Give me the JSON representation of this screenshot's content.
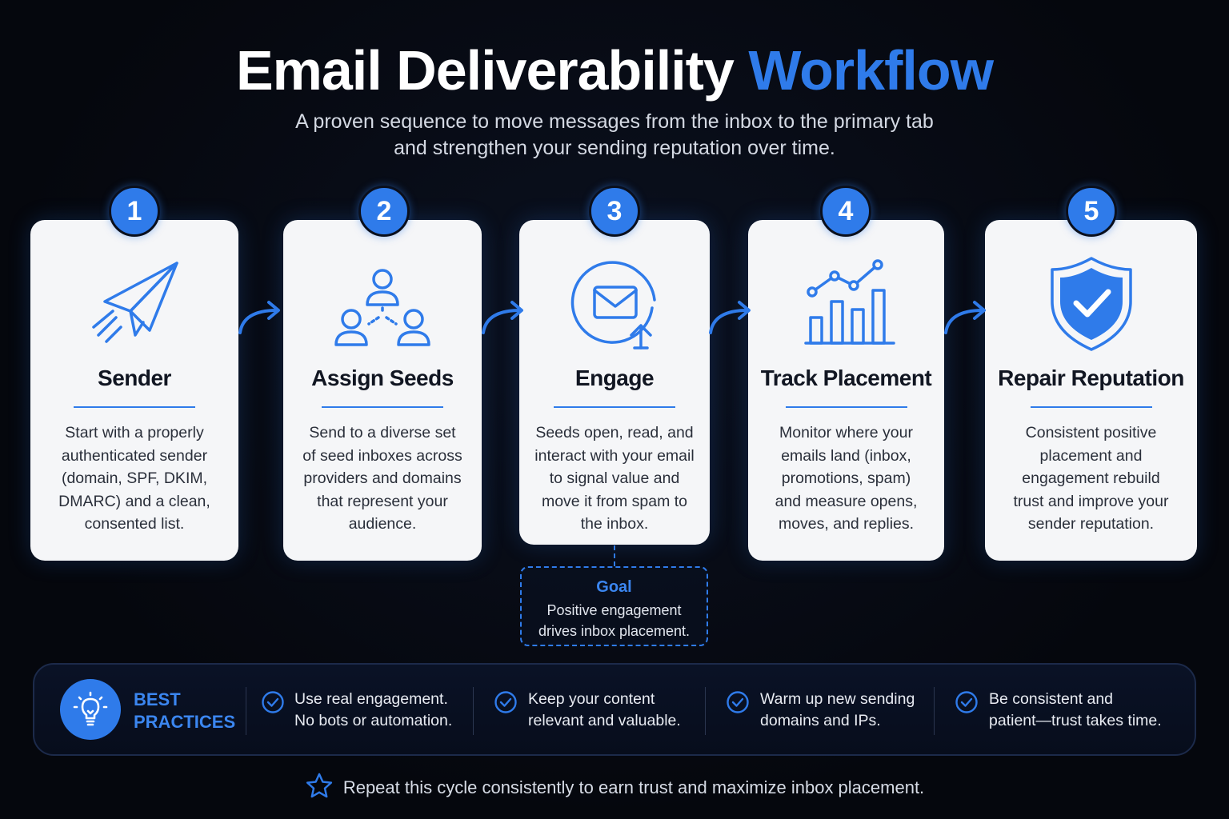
{
  "header": {
    "title_main": "Email Deliverability",
    "title_accent": "Workflow",
    "subtitle_line1": "A proven sequence to move messages from the inbox to the primary tab",
    "subtitle_line2": "and strengthen your sending reputation over time."
  },
  "colors": {
    "accent": "#2f7bea",
    "background": "#05070d",
    "card": "#f5f6f8"
  },
  "steps": [
    {
      "number": "1",
      "title": "Sender",
      "icon": "paper-plane-icon",
      "description": [
        "Start with a properly",
        "authenticated sender",
        "(domain, SPF, DKIM,",
        "DMARC) and a clean,",
        "consented list."
      ]
    },
    {
      "number": "2",
      "title": "Assign Seeds",
      "icon": "people-network-icon",
      "description": [
        "Send to a diverse set",
        "of seed inboxes across",
        "providers and domains",
        "that represent your",
        "audience."
      ]
    },
    {
      "number": "3",
      "title": "Engage",
      "icon": "envelope-upload-icon",
      "description": [
        "Seeds open, read, and",
        "interact with your email",
        "to signal value and",
        "move it from spam to",
        "the inbox."
      ]
    },
    {
      "number": "4",
      "title": "Track Placement",
      "icon": "bar-chart-trend-icon",
      "description": [
        "Monitor where your",
        "emails land (inbox,",
        "promotions, spam)",
        "and measure opens,",
        "moves, and replies."
      ]
    },
    {
      "number": "5",
      "title": "Repair Reputation",
      "icon": "shield-check-icon",
      "description": [
        "Consistent positive",
        "placement and",
        "engagement rebuild",
        "trust and improve your",
        "sender reputation."
      ]
    }
  ],
  "goal": {
    "title": "Goal",
    "line1": "Positive engagement",
    "line2": "drives inbox placement."
  },
  "best_practices": {
    "label_line1": "BEST",
    "label_line2": "PRACTICES",
    "icon": "lightbulb-icon",
    "items": [
      {
        "line1": "Use real engagement.",
        "line2": "No bots or automation."
      },
      {
        "line1": "Keep your content",
        "line2": "relevant and valuable."
      },
      {
        "line1": "Warm up new sending",
        "line2": "domains and IPs."
      },
      {
        "line1": "Be consistent and",
        "line2": "patient—trust takes time."
      }
    ]
  },
  "footer": {
    "icon": "star-icon",
    "text": "Repeat this cycle consistently to earn trust and maximize inbox placement."
  }
}
